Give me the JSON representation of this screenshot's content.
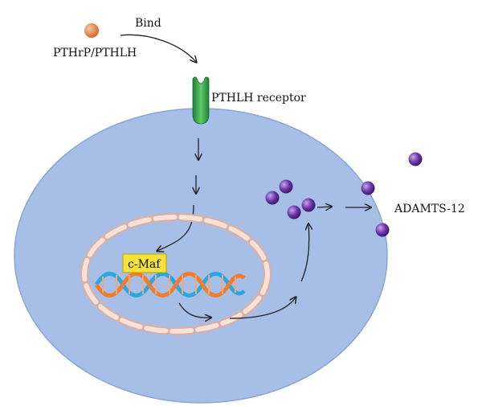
{
  "labels": {
    "ligand": "PTHrP/PTHLH",
    "bind": "Bind",
    "receptor": "PTHLH receptor",
    "transcription_factor": "c-Maf",
    "product": "ADAMTS-12"
  },
  "colors": {
    "cell_fill": "#a7bfe6",
    "cell_stroke": "#88a8d6",
    "ligand": "#e8854e",
    "receptor": "#3aa64a",
    "nucleus_dash": "#f3d9cf",
    "nucleus_dash_stroke": "#dcaea0",
    "dna_orange": "#ef7d2d",
    "dna_blue": "#29a8e0",
    "cmaf_box": "#f5e23a",
    "protein": "#6a35a8",
    "arrow": "#222222"
  }
}
